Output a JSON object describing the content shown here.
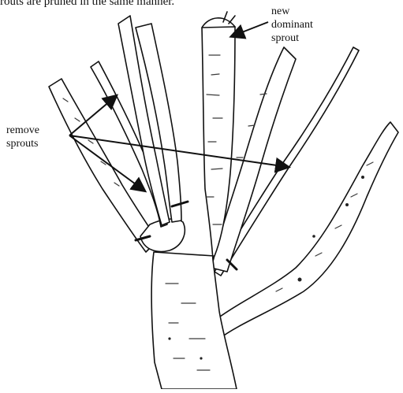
{
  "caption": "routs are pruned in the same manner.",
  "labels": {
    "new_sprout": [
      "new",
      "dominant",
      "sprout"
    ],
    "remove_sprouts": [
      "remove",
      "sprouts"
    ]
  },
  "colors": {
    "ink": "#111111",
    "background": "#ffffff",
    "bark_shade": "#3a3a3a"
  }
}
